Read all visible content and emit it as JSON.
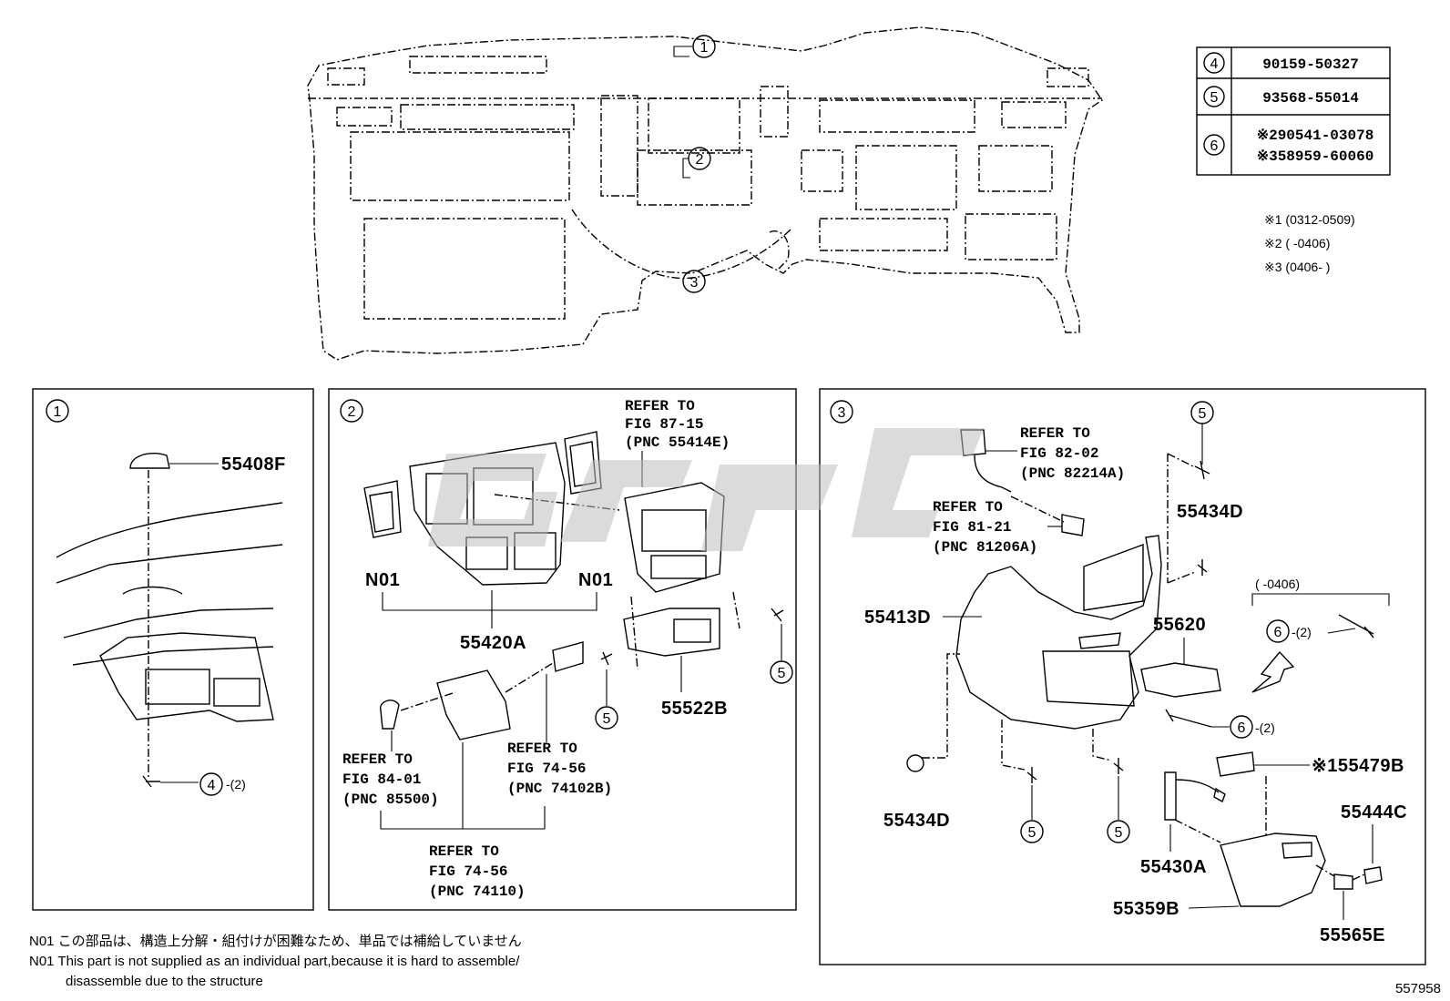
{
  "callouts": {
    "c1": "1",
    "c2": "2",
    "c3": "3",
    "c4": "4",
    "c5": "5",
    "c6": "6",
    "qty2": "-(2)"
  },
  "table": {
    "rows": [
      {
        "ref": "4",
        "parts": [
          "90159-50327"
        ]
      },
      {
        "ref": "5",
        "parts": [
          "93568-55014"
        ]
      },
      {
        "ref": "6",
        "parts": [
          "※290541-03078",
          "※358959-60060"
        ]
      }
    ]
  },
  "date_notes": [
    "※1 (0312-0509)",
    "※2 (       -0406)",
    "※3 (0406-       )"
  ],
  "panel1": {
    "part_55408F": "55408F"
  },
  "panel2": {
    "ref_87_15": [
      "REFER TO",
      "FIG 87-15",
      "(PNC 55414E)"
    ],
    "n01_left": "N01",
    "n01_right": "N01",
    "part_55420A": "55420A",
    "part_55522B": "55522B",
    "ref_84_01": [
      "REFER TO",
      "FIG 84-01",
      "(PNC 85500)"
    ],
    "ref_74_56_b": [
      "REFER TO",
      "FIG 74-56",
      "(PNC 74102B)"
    ],
    "ref_74_56_c": [
      "REFER TO",
      "FIG 74-56",
      "(PNC 74110)"
    ]
  },
  "panel3": {
    "ref_82_02": [
      "REFER TO",
      "FIG 82-02",
      "(PNC 82214A)"
    ],
    "ref_81_21": [
      "REFER TO",
      "FIG 81-21",
      "(PNC 81206A)"
    ],
    "part_55434D_top": "55434D",
    "part_55413D": "55413D",
    "part_55620": "55620",
    "bracket_date": "(       -0406)",
    "part_55479B": "※155479B",
    "part_55434D_bottom": "55434D",
    "part_55444C": "55444C",
    "part_55430A": "55430A",
    "part_55359B": "55359B",
    "part_55565E": "55565E"
  },
  "footnotes": {
    "jp": "N01 この部品は、構造上分解・組付けが困難なため、単品では補給していません",
    "en1": "N01 This part is not supplied as an individual part,because it is hard to assemble/",
    "en2": "disassemble due to the structure"
  },
  "figure_id": "557958"
}
